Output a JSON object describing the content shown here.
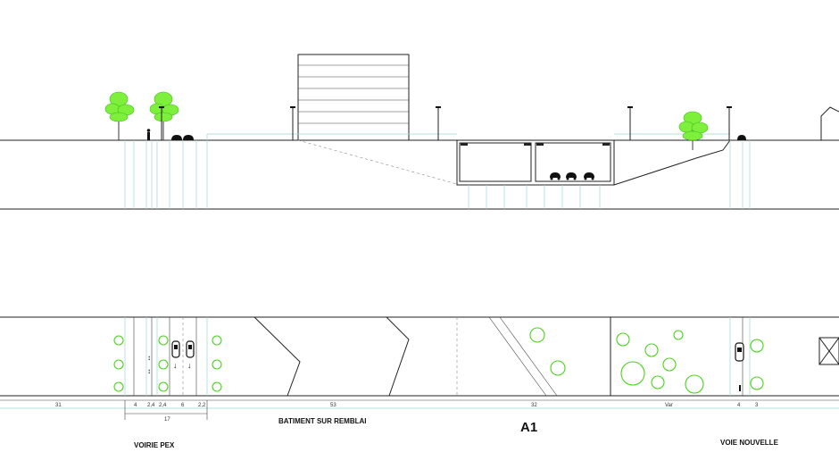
{
  "dimensions": [
    "31",
    "4",
    "2,4",
    "2,4",
    "6",
    "2,2",
    "17",
    "53",
    "32",
    "Var",
    "4",
    "3"
  ],
  "labels": {
    "voirie_pex": "VOIRIE PEX",
    "batiment": "BATIMENT SUR REMBLAI",
    "a1": "A1",
    "voie_nouvelle": "VOIE NOUVELLE"
  }
}
